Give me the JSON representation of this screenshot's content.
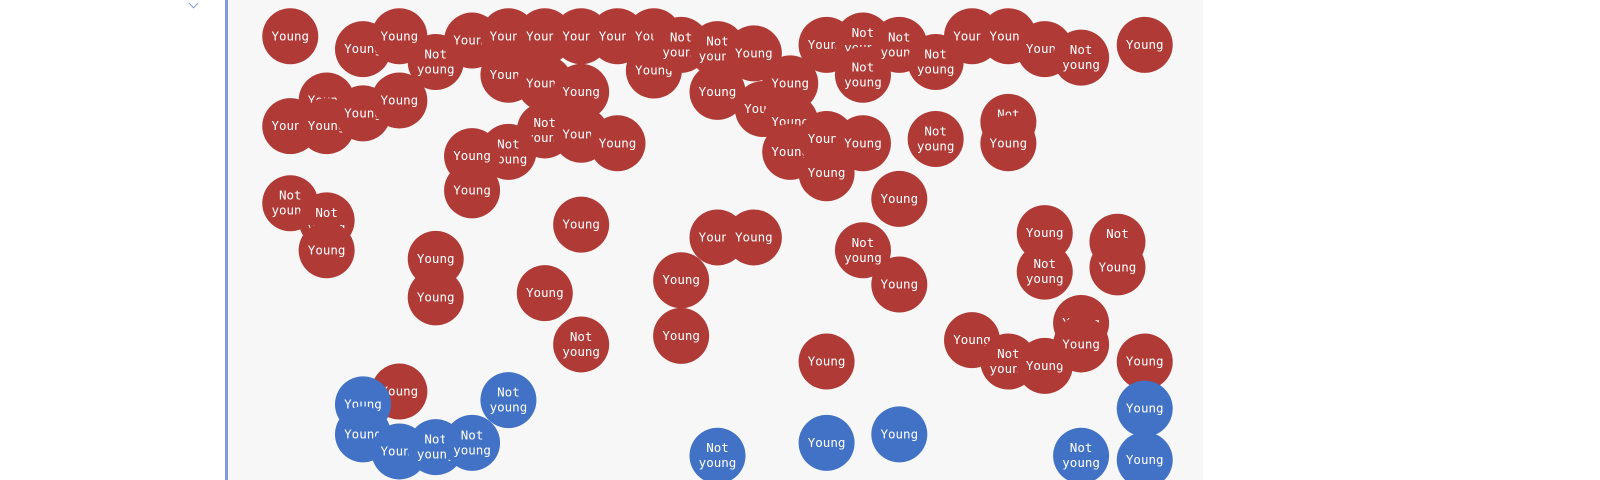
{
  "chart_data": {
    "type": "scatter",
    "title": "",
    "xlabel": "",
    "ylabel": "",
    "grid": false,
    "legend": "none",
    "colors": {
      "top_cluster": "#b03a36",
      "bottom_cluster": "#4272c6"
    },
    "series": [
      {
        "color": "#b03a36",
        "points": [
          {
            "x": 0.03,
            "y": 0.99,
            "label": "Young"
          },
          {
            "x": 0.11,
            "y": 0.96,
            "label": "Young"
          },
          {
            "x": 0.15,
            "y": 0.99,
            "label": "Young"
          },
          {
            "x": 0.19,
            "y": 0.93,
            "label": "Not young"
          },
          {
            "x": 0.23,
            "y": 0.98,
            "label": "Young"
          },
          {
            "x": 0.27,
            "y": 0.99,
            "label": "Young"
          },
          {
            "x": 0.27,
            "y": 0.9,
            "label": "Young"
          },
          {
            "x": 0.31,
            "y": 0.99,
            "label": "Young"
          },
          {
            "x": 0.31,
            "y": 0.88,
            "label": "Young"
          },
          {
            "x": 0.35,
            "y": 0.99,
            "label": "Young"
          },
          {
            "x": 0.35,
            "y": 0.86,
            "label": "Young"
          },
          {
            "x": 0.39,
            "y": 0.99,
            "label": "Young"
          },
          {
            "x": 0.43,
            "y": 0.99,
            "label": "Young"
          },
          {
            "x": 0.43,
            "y": 0.91,
            "label": "Young"
          },
          {
            "x": 0.46,
            "y": 0.97,
            "label": "Not young"
          },
          {
            "x": 0.5,
            "y": 0.96,
            "label": "Not young"
          },
          {
            "x": 0.5,
            "y": 0.86,
            "label": "Young"
          },
          {
            "x": 0.54,
            "y": 0.95,
            "label": "Young"
          },
          {
            "x": 0.55,
            "y": 0.82,
            "label": "Young"
          },
          {
            "x": 0.58,
            "y": 0.88,
            "label": "Young"
          },
          {
            "x": 0.62,
            "y": 0.97,
            "label": "Young"
          },
          {
            "x": 0.66,
            "y": 0.98,
            "label": "Not young"
          },
          {
            "x": 0.66,
            "y": 0.9,
            "label": "Not young"
          },
          {
            "x": 0.7,
            "y": 0.97,
            "label": "Not young"
          },
          {
            "x": 0.74,
            "y": 0.93,
            "label": "Not young"
          },
          {
            "x": 0.78,
            "y": 0.99,
            "label": "Young"
          },
          {
            "x": 0.82,
            "y": 0.99,
            "label": "Young"
          },
          {
            "x": 0.86,
            "y": 0.96,
            "label": "Young"
          },
          {
            "x": 0.9,
            "y": 0.94,
            "label": "Not young"
          },
          {
            "x": 0.97,
            "y": 0.97,
            "label": "Young"
          },
          {
            "x": 0.03,
            "y": 0.78,
            "label": "Young"
          },
          {
            "x": 0.07,
            "y": 0.84,
            "label": "Young"
          },
          {
            "x": 0.07,
            "y": 0.78,
            "label": "Young"
          },
          {
            "x": 0.11,
            "y": 0.81,
            "label": "Young"
          },
          {
            "x": 0.15,
            "y": 0.84,
            "label": "Young"
          },
          {
            "x": 0.31,
            "y": 0.77,
            "label": "Not young"
          },
          {
            "x": 0.35,
            "y": 0.76,
            "label": "Young"
          },
          {
            "x": 0.39,
            "y": 0.74,
            "label": "Young"
          },
          {
            "x": 0.27,
            "y": 0.72,
            "label": "Not young"
          },
          {
            "x": 0.23,
            "y": 0.71,
            "label": "Young"
          },
          {
            "x": 0.23,
            "y": 0.63,
            "label": "Young"
          },
          {
            "x": 0.58,
            "y": 0.79,
            "label": "Young"
          },
          {
            "x": 0.58,
            "y": 0.72,
            "label": "Young"
          },
          {
            "x": 0.62,
            "y": 0.75,
            "label": "Young"
          },
          {
            "x": 0.66,
            "y": 0.74,
            "label": "Young"
          },
          {
            "x": 0.62,
            "y": 0.67,
            "label": "Young"
          },
          {
            "x": 0.7,
            "y": 0.61,
            "label": "Young"
          },
          {
            "x": 0.74,
            "y": 0.75,
            "label": "Not young"
          },
          {
            "x": 0.82,
            "y": 0.79,
            "label": "Not young"
          },
          {
            "x": 0.82,
            "y": 0.74,
            "label": "Young"
          },
          {
            "x": 0.03,
            "y": 0.6,
            "label": "Not young"
          },
          {
            "x": 0.07,
            "y": 0.56,
            "label": "Not young"
          },
          {
            "x": 0.07,
            "y": 0.49,
            "label": "Young"
          },
          {
            "x": 0.35,
            "y": 0.55,
            "label": "Young"
          },
          {
            "x": 0.19,
            "y": 0.47,
            "label": "Young"
          },
          {
            "x": 0.19,
            "y": 0.38,
            "label": "Young"
          },
          {
            "x": 0.31,
            "y": 0.39,
            "label": "Young"
          },
          {
            "x": 0.35,
            "y": 0.27,
            "label": "Not young"
          },
          {
            "x": 0.5,
            "y": 0.52,
            "label": "Young"
          },
          {
            "x": 0.54,
            "y": 0.52,
            "label": "Young"
          },
          {
            "x": 0.46,
            "y": 0.42,
            "label": "Young"
          },
          {
            "x": 0.46,
            "y": 0.29,
            "label": "Young"
          },
          {
            "x": 0.66,
            "y": 0.49,
            "label": "Not young"
          },
          {
            "x": 0.7,
            "y": 0.41,
            "label": "Young"
          },
          {
            "x": 0.62,
            "y": 0.23,
            "label": "Young"
          },
          {
            "x": 0.86,
            "y": 0.53,
            "label": "Young"
          },
          {
            "x": 0.86,
            "y": 0.44,
            "label": "Not young"
          },
          {
            "x": 0.94,
            "y": 0.51,
            "label": "Not young"
          },
          {
            "x": 0.94,
            "y": 0.45,
            "label": "Young"
          },
          {
            "x": 0.78,
            "y": 0.28,
            "label": "Young"
          },
          {
            "x": 0.82,
            "y": 0.23,
            "label": "Not young"
          },
          {
            "x": 0.86,
            "y": 0.22,
            "label": "Young"
          },
          {
            "x": 0.9,
            "y": 0.32,
            "label": "Young"
          },
          {
            "x": 0.9,
            "y": 0.27,
            "label": "Young"
          },
          {
            "x": 0.97,
            "y": 0.23,
            "label": "Young"
          },
          {
            "x": 0.15,
            "y": 0.16,
            "label": "Young"
          }
        ]
      },
      {
        "color": "#4272c6",
        "points": [
          {
            "x": 0.11,
            "y": 0.13,
            "label": "Young"
          },
          {
            "x": 0.11,
            "y": 0.06,
            "label": "Young"
          },
          {
            "x": 0.15,
            "y": 0.02,
            "label": "Young"
          },
          {
            "x": 0.19,
            "y": 0.03,
            "label": "Not young"
          },
          {
            "x": 0.23,
            "y": 0.04,
            "label": "Not young"
          },
          {
            "x": 0.27,
            "y": 0.14,
            "label": "Not young"
          },
          {
            "x": 0.5,
            "y": 0.01,
            "label": "Not young"
          },
          {
            "x": 0.62,
            "y": 0.04,
            "label": "Young"
          },
          {
            "x": 0.7,
            "y": 0.06,
            "label": "Young"
          },
          {
            "x": 0.9,
            "y": 0.01,
            "label": "Not young"
          },
          {
            "x": 0.97,
            "y": 0.12,
            "label": "Young"
          },
          {
            "x": 0.97,
            "y": 0.0,
            "label": "Young"
          }
        ]
      }
    ]
  }
}
